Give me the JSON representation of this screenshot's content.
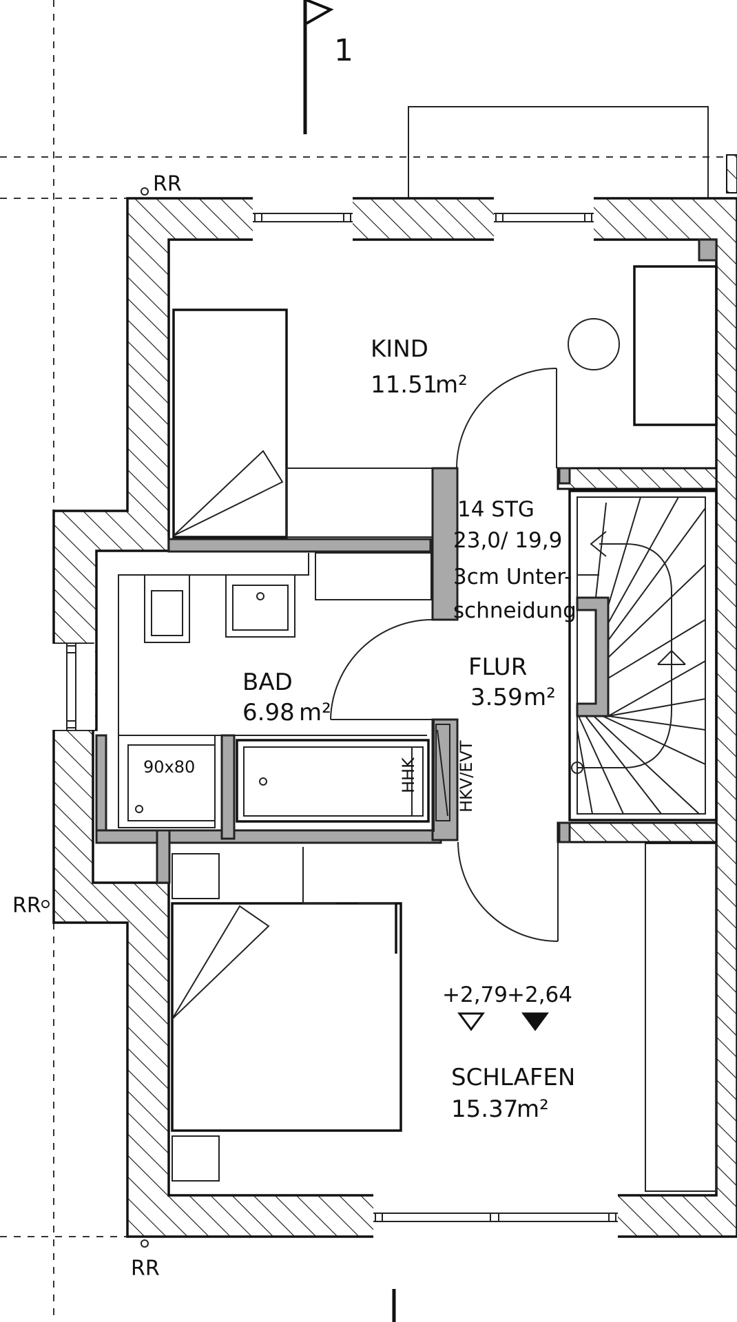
{
  "section_marker": "1",
  "rooms": {
    "kind": {
      "name": "KIND",
      "area_value": "11.51",
      "area_unit": "m²"
    },
    "bad": {
      "name": "BAD",
      "area_value": "6.98",
      "area_unit": "m²"
    },
    "flur": {
      "name": "FLUR",
      "area_value": "3.59",
      "area_unit": "m²"
    },
    "schlafen": {
      "name": "SCHLAFEN",
      "area_value": "15.37",
      "area_unit": "m²"
    }
  },
  "stair": {
    "line1": "14  STG",
    "line2": "23,0/ 19,9",
    "line3": "3cm  Unter-",
    "line4": "schneidung"
  },
  "shower_size": "90x80",
  "hhk_label": "HHK",
  "hkv_label": "HKV/EVT",
  "levels": {
    "finished": "+2,79",
    "raw": "+2,64"
  },
  "downpipe_label": "RR"
}
